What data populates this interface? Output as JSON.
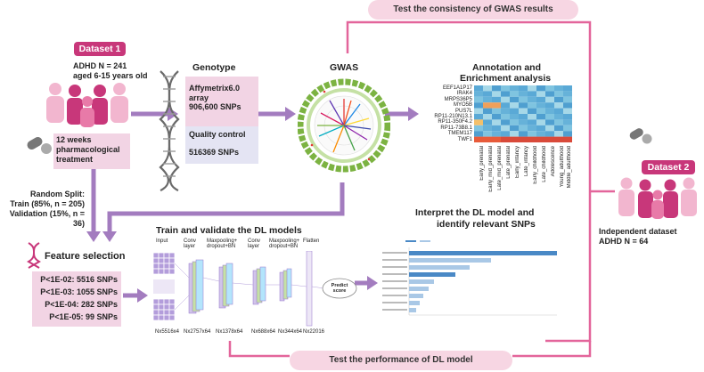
{
  "banners": {
    "top": "Test the consistency of GWAS results",
    "bottom": "Test the performance of DL model"
  },
  "dataset1": {
    "tag": "Dataset 1",
    "line1": "ADHD N = 241",
    "line2": "aged 6-15 years old"
  },
  "treatment": {
    "line1": "12 weeks",
    "line2": "pharmacological",
    "line3": "treatment"
  },
  "genotype": {
    "title": "Genotype",
    "array": "Affymetrix6.0 array",
    "snps": "906,600 SNPs",
    "qc": "Quality control",
    "qc_snps": "516369 SNPs"
  },
  "gwas": {
    "title": "GWAS"
  },
  "annotation": {
    "title1": "Annotation and",
    "title2": "Enrichment analysis",
    "genes": [
      "EEF1A1P17",
      "IRAK4",
      "MRPS36P5",
      "MYO5B",
      "PUS7L",
      "RP11-210N13.1",
      "RP11-350F4.2",
      "RP11-73B8.1",
      "TMEM117",
      "TWF1"
    ],
    "tissues": [
      "Early_prenatal",
      "Early_mid_prenatal",
      "Late_mid_prenatal",
      "Late_prenatal",
      "Early_infancy",
      "Late_infancy",
      "Early_childhood",
      "Late_childhood",
      "Adolescence",
      "Young_adulthood",
      "Middle_adulthood"
    ]
  },
  "dataset2": {
    "tag": "Dataset 2",
    "line1": "Independent dataset",
    "line2": "ADHD N = 64"
  },
  "split": {
    "title": "Random Split:",
    "train": "Train (85%, n = 205)",
    "validation": "Validation (15%, n = 36)"
  },
  "feature": {
    "title": "Feature selection",
    "rows": [
      "P<1E-02: 5516 SNPs",
      "P<1E-03: 1055 SNPs",
      "P<1E-04: 282 SNPs",
      "P<1E-05: 99 SNPs"
    ]
  },
  "dl": {
    "title": "Train and validate the DL models",
    "layers": [
      "Input",
      "Conv layer",
      "Maxpooling+ dropout+BN",
      "Conv layer",
      "Maxpooling+ dropout+BN",
      "Flatten"
    ],
    "dims": [
      "Nx5516x4",
      "Nx2757x64",
      "Nx1378x64",
      "Nx688x64",
      "Nx344x64",
      "Nx22016"
    ],
    "predict": "Predict score"
  },
  "interpret": {
    "title1": "Interpret the DL model and",
    "title2": "identify relevant SNPs"
  },
  "colors": {
    "accent": "#c8377a",
    "pill": "#f7d6e3",
    "arrow": "#a37cbf",
    "genotype_box": "#f2d4e4",
    "qc_box": "#e4e4f3"
  }
}
